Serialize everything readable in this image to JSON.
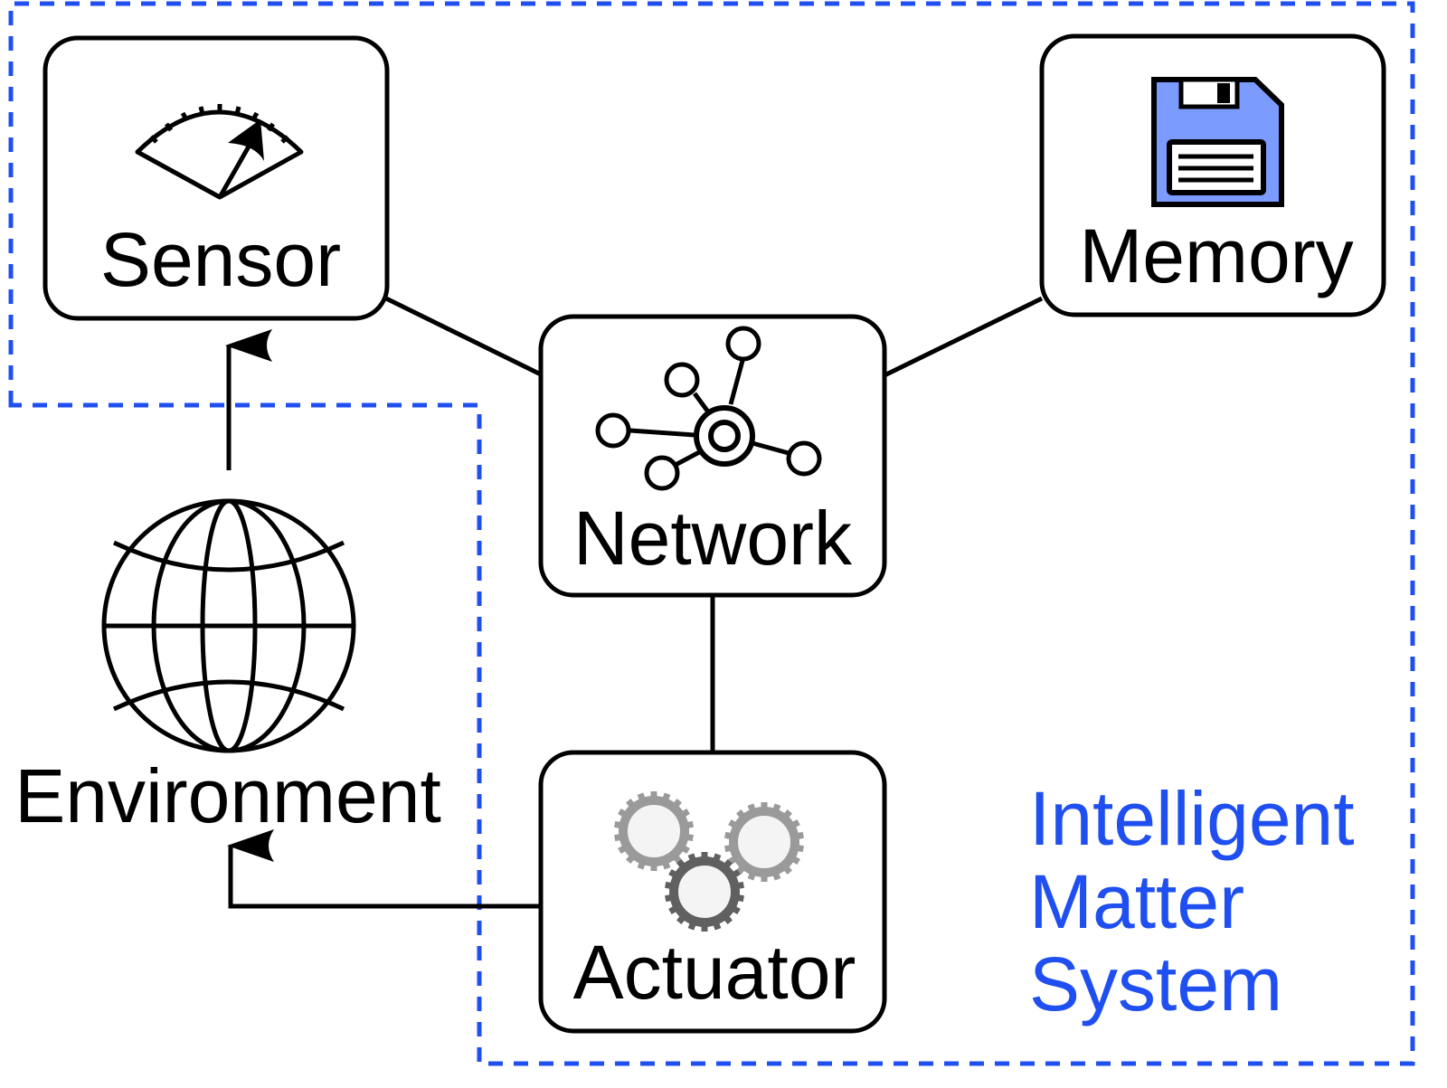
{
  "diagram": {
    "title": "Intelligent Matter System",
    "system_label_lines": [
      "Intelligent",
      "Matter",
      "System"
    ],
    "colors": {
      "boundary": "#1f4ff0",
      "system_label": "#1f4ff0",
      "floppy_body": "#7b9bff",
      "gear_light": "#9a9a9a",
      "gear_dark": "#606060",
      "gear_hub": "#f4f4f4",
      "stroke": "#000000"
    },
    "nodes": [
      {
        "id": "sensor",
        "label": "Sensor",
        "icon": "gauge-icon"
      },
      {
        "id": "memory",
        "label": "Memory",
        "icon": "floppy-disk-icon"
      },
      {
        "id": "network",
        "label": "Network",
        "icon": "network-hub-icon"
      },
      {
        "id": "actuator",
        "label": "Actuator",
        "icon": "gears-icon"
      },
      {
        "id": "environment",
        "label": "Environment",
        "icon": "globe-icon"
      }
    ],
    "edges": [
      {
        "from": "sensor",
        "to": "network",
        "type": "line"
      },
      {
        "from": "memory",
        "to": "network",
        "type": "line"
      },
      {
        "from": "network",
        "to": "actuator",
        "type": "line"
      },
      {
        "from": "environment",
        "to": "sensor",
        "type": "arrow"
      },
      {
        "from": "actuator",
        "to": "environment",
        "type": "arrow"
      }
    ]
  }
}
